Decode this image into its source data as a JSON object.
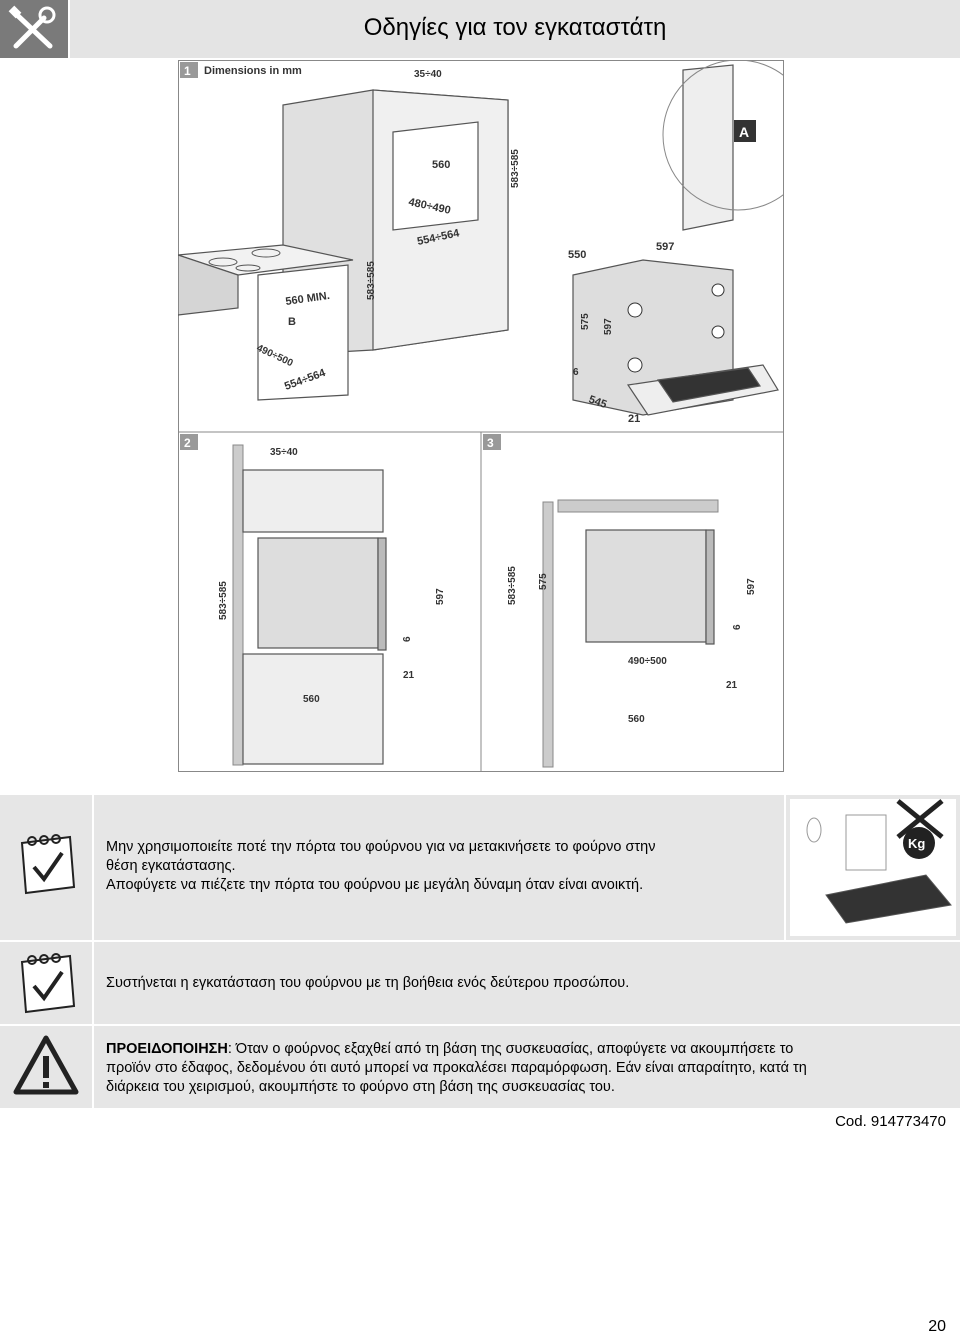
{
  "header": {
    "title": "Οδηγίες για τον εγκαταστάτη",
    "icon": "wrench-screwdriver-icon"
  },
  "figure": {
    "panel1": {
      "number": "1",
      "title": "Dimensions in mm",
      "dims": {
        "d35_40": "35÷40",
        "d560": "560",
        "d480_490": "480÷490",
        "d554_564": "554÷564",
        "d583_585": "583÷585",
        "d560min": "560 MIN.",
        "b": "B",
        "d490_500": "490÷500",
        "d554_564b": "554÷564",
        "d583_585b": "583÷585",
        "a": "A",
        "d550": "550",
        "d597": "597",
        "d575": "575",
        "d597b": "597",
        "d6": "6",
        "d545": "545",
        "d21": "21"
      }
    },
    "panel2": {
      "number": "2",
      "dims": {
        "d35_40": "35÷40",
        "d583_585": "583÷585",
        "d597": "597",
        "d6": "6",
        "d21": "21",
        "d560": "560"
      }
    },
    "panel3": {
      "number": "3",
      "dims": {
        "d583_585": "583÷585",
        "d575": "575",
        "d597": "597",
        "d6": "6",
        "d490_500": "490÷500",
        "d21": "21",
        "d560": "560"
      }
    }
  },
  "notes": [
    {
      "icon": "notepad-check-icon",
      "lines": [
        "Μην χρησιμοποιείτε ποτέ την πόρτα του φούρνου για να μετακινήσετε το φούρνο στην",
        "θέση εγκατάστασης.",
        "Αποφύγετε να πιέζετε την πόρτα του φούρνου με μεγάλη δύναμη όταν είναι ανοικτή."
      ],
      "image_label": "Kg"
    },
    {
      "icon": "notepad-check-icon",
      "lines": [
        "Συστήνεται η εγκατάσταση του φούρνου με τη βοήθεια ενός δεύτερου προσώπου."
      ]
    },
    {
      "icon": "warning-triangle-icon",
      "strong": "ΠΡΟΕΙΔΟΠΟΙΗΣΗ",
      "lines": [
        ": Όταν ο φούρνος εξαχθεί από τη βάση της συσκευασίας, αποφύγετε να ακουμπήσετε το",
        "προϊόν στο έδαφος, δεδομένου ότι αυτό μπορεί να προκαλέσει παραμόρφωση. Εάν είναι απαραίτητο, κατά τη",
        "διάρκεια του χειρισμού, ακουμπήστε το φούρνο στη βάση της συσκευασίας του."
      ]
    }
  ],
  "footer": {
    "code": "Cod. 914773470",
    "page": "20"
  }
}
